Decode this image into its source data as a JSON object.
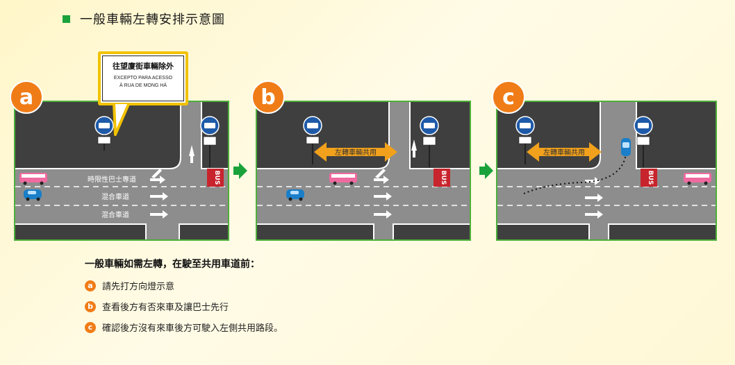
{
  "title": "一般車輛左轉安排示意圖",
  "panels": [
    {
      "letter": "a",
      "lane_labels": [
        "時限性巴士專道",
        "混合車道",
        "混合車道"
      ],
      "bus_sign": "BUS"
    },
    {
      "letter": "b",
      "shared_label": "左轉車輛共用",
      "bus_sign": "BUS"
    },
    {
      "letter": "c",
      "shared_label": "左轉車輛共用",
      "bus_sign": "BUS"
    }
  ],
  "callout": {
    "zh": "往望廈街車輛除外",
    "pt_line1": "EXCEPTO PARA ACESSO",
    "pt_line2": "À RUA DE MONG HÁ"
  },
  "instructions": {
    "heading": "一般車輛如需左轉，在駛至共用車道前：",
    "items": [
      {
        "badge": "a",
        "text": "請先打方向燈示意"
      },
      {
        "badge": "b",
        "text": "查看後方有否來車及讓巴士先行"
      },
      {
        "badge": "c",
        "text": "確認後方沒有來車後方可駛入左側共用路段。"
      }
    ]
  },
  "colors": {
    "accent": "#f07c17",
    "border": "#4caf3a",
    "road": "#8a8a8a",
    "dark_block": "#3e3e3e"
  }
}
